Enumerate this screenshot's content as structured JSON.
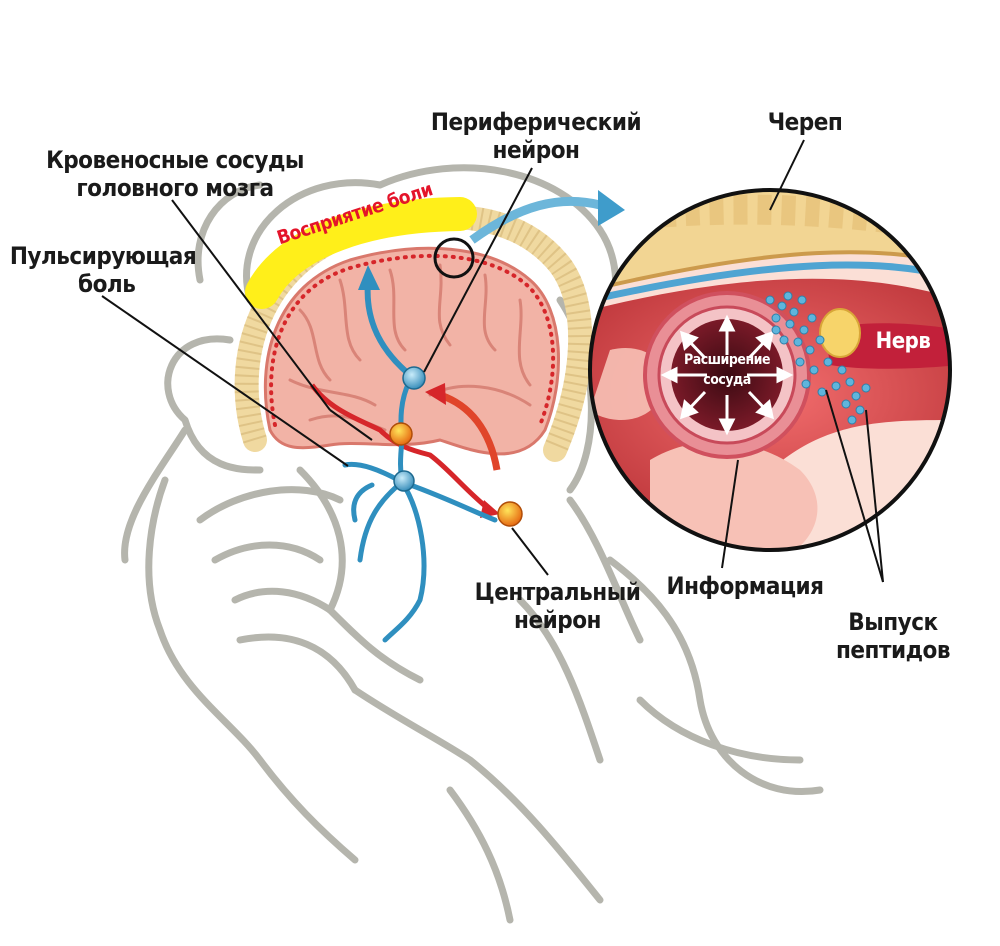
{
  "labels": {
    "blood_vessels": [
      "Кровеносные сосуды",
      "головного мозга"
    ],
    "peripheral_neuron": [
      "Периферический",
      "нейрон"
    ],
    "skull": "Череп",
    "pulsating_pain": [
      "Пульсирующая",
      "боль"
    ],
    "pain_perception": "Восприятие боли",
    "nerve": "Нерв",
    "vessel_dilation": [
      "Расширение",
      "сосуда"
    ],
    "central_neuron": [
      "Центральный",
      "нейрон"
    ],
    "information": "Информация",
    "peptide_release": [
      "Выпуск",
      "пептидов"
    ]
  },
  "colors": {
    "sketch_gray": "#b5b5ad",
    "brain_pink": "#f2b3a6",
    "skull_beige": "#f0d9a0",
    "vessel_red": "#d6262a",
    "nerve_blue": "#2f8fbf",
    "highlight_yellow": "#ffef1a",
    "neuron_orange": "#f28a1a",
    "peptide_blue": "#5fb5dc"
  }
}
